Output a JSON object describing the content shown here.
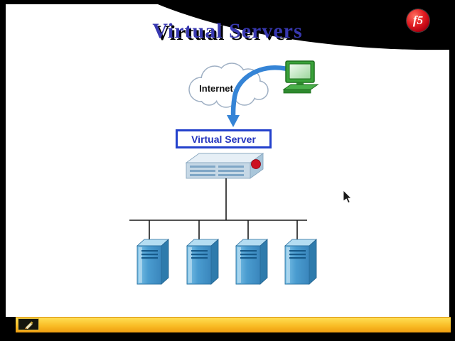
{
  "window": {
    "type": "presentation-slideshow"
  },
  "slide": {
    "title": "Virtual Servers",
    "logo_text": "f5",
    "cloud_label": "Internet",
    "virtual_server_label": "Virtual Server",
    "server_count": 4
  },
  "toolbar": {
    "pen_tool_name": "pen-annotation-tool"
  },
  "colors": {
    "title_blue": "#3838b0",
    "f5_red": "#cc1122",
    "arrow_blue": "#3584d6",
    "box_border_blue": "#2341cc",
    "server_front_blue": "#4a9cd0",
    "server_side_blue": "#2e7bac",
    "appliance_gray_blue": "#c6d8e6",
    "toolbar_yellow": "#ffdf55",
    "toolbar_orange": "#ee9d10"
  }
}
